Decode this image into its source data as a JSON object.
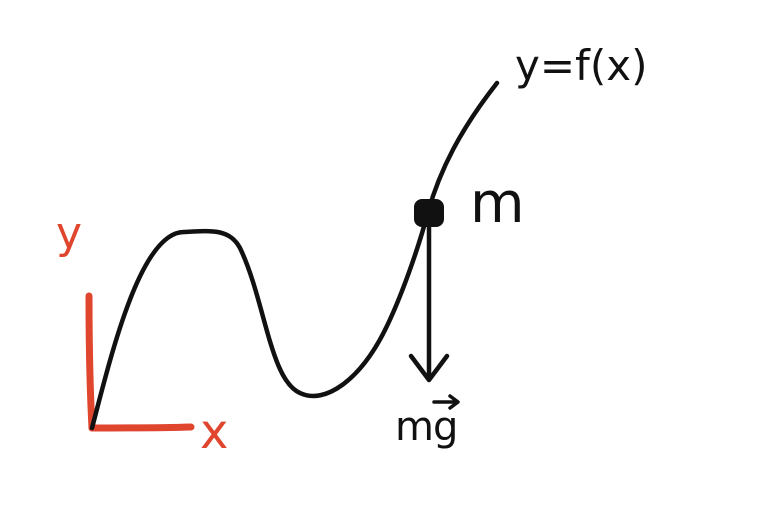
{
  "diagram": {
    "curve_label": "y=f(x)",
    "mass_label": "m",
    "force_label_m": "m",
    "force_label_g": "g",
    "axis_y_label": "y",
    "axis_x_label": "x"
  },
  "colors": {
    "ink": "#111111",
    "axes": "#e0452e",
    "background": "#ffffff"
  }
}
